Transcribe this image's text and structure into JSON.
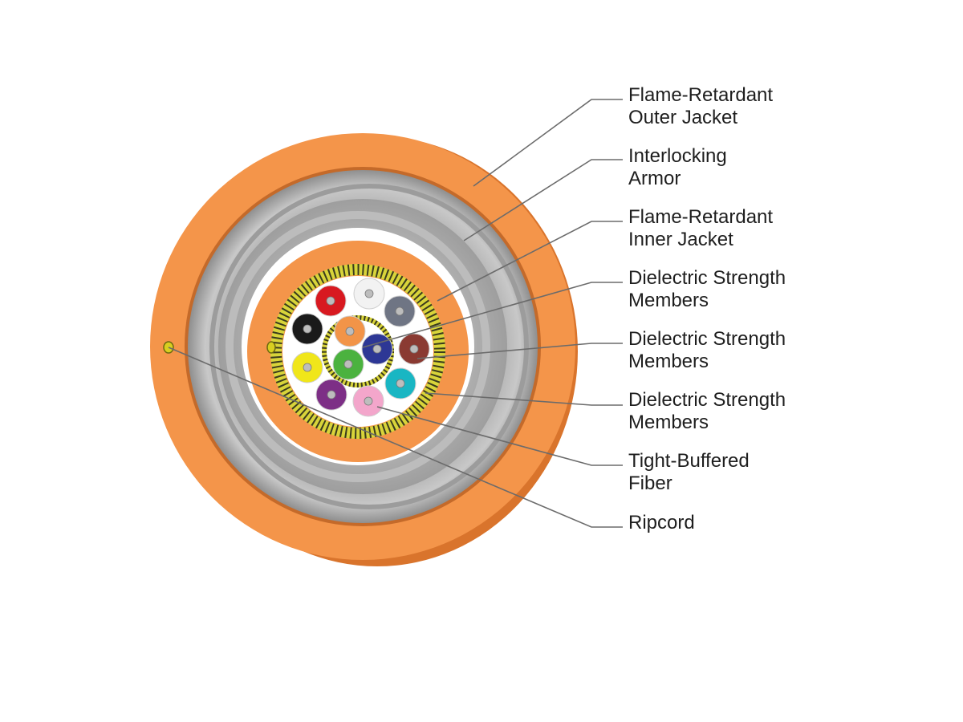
{
  "labels": [
    {
      "line1": "Flame-Retardant",
      "line2": "Outer Jacket"
    },
    {
      "line1": "Interlocking",
      "line2": "Armor"
    },
    {
      "line1": "Flame-Retardant",
      "line2": "Inner Jacket"
    },
    {
      "line1": "Dielectric Strength",
      "line2": "Members"
    },
    {
      "line1": "Dielectric Strength",
      "line2": "Members"
    },
    {
      "line1": "Dielectric Strength",
      "line2": "Members"
    },
    {
      "line1": "Tight-Buffered",
      "line2": "Fiber"
    },
    {
      "line1": "Ripcord",
      "line2": ""
    }
  ],
  "colors": {
    "jacket": "#f4954a",
    "jacket_shadow": "#d9742c",
    "armor": "#b9b9b9",
    "inner_jacket": "#f4954a",
    "strength_yellow": "#d8d43a",
    "strength_dark": "#3b3b1e",
    "leader_line": "#6b6b6b",
    "fiber_colors": [
      "#d81920",
      "#f2f2f2",
      "#6f7584",
      "#8a3a32",
      "#19b6c3",
      "#f3a6cb",
      "#7d2f86",
      "#f0e61a",
      "#1a1a1a",
      "#f29448",
      "#2d3795",
      "#4bb23f"
    ]
  }
}
